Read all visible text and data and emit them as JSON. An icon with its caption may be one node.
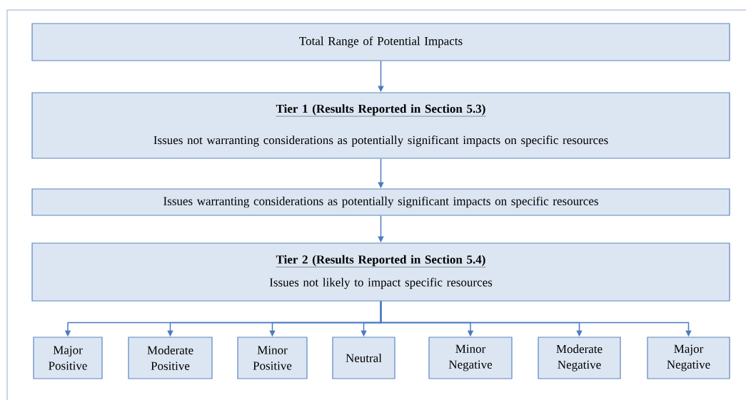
{
  "diagram": {
    "nodes": [
      {
        "text": [
          "Total Range of Potential Impacts"
        ]
      },
      {
        "text": [
          "Tier 1 (Results Reported in Section 5.3)",
          "Issues not warranting considerations as potentially significant impacts on specific resources"
        ]
      },
      {
        "text": [
          "Issues warranting considerations as potentially significant impacts on specific resources"
        ]
      },
      {
        "text": [
          "Tier 2 (Results Reported in Section 5.4)",
          "Issues not likely to impact specific resources"
        ]
      },
      {
        "text": [
          "Major Positive"
        ]
      },
      {
        "text": [
          "Moderate Positive"
        ]
      },
      {
        "text": [
          "Minor Positive"
        ]
      },
      {
        "text": [
          "Neutral"
        ]
      },
      {
        "text": [
          "Minor Negative"
        ]
      },
      {
        "text": [
          "Moderate Negative"
        ]
      },
      {
        "text": [
          "Major Negative"
        ]
      }
    ],
    "edges": [
      {
        "from": 0,
        "to": 1,
        "arrow": "to"
      },
      {
        "from": 1,
        "to": 2,
        "arrow": "to"
      },
      {
        "from": 2,
        "to": 3,
        "arrow": "to"
      },
      {
        "from": 3,
        "to": 4,
        "arrow": "to"
      },
      {
        "from": 3,
        "to": 5,
        "arrow": "to"
      },
      {
        "from": 3,
        "to": 6,
        "arrow": "to"
      },
      {
        "from": 3,
        "to": 7,
        "arrow": "to"
      },
      {
        "from": 3,
        "to": 8,
        "arrow": "to"
      },
      {
        "from": 3,
        "to": 9,
        "arrow": "to"
      },
      {
        "from": 3,
        "to": 10,
        "arrow": "to"
      }
    ]
  }
}
